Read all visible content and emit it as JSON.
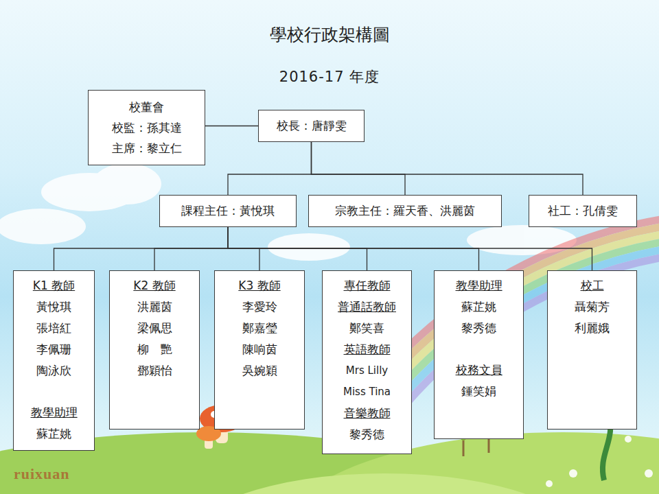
{
  "diagram": {
    "title": "學校行政架構圖",
    "nodes": [
      {
        "text": [
          "校董會",
          "校監：孫其達",
          "主席：黎立仁"
        ]
      },
      {
        "text": [
          "校長：唐靜雯"
        ]
      },
      {
        "text": [
          "課程主任：黃悅琪"
        ]
      },
      {
        "text": [
          "宗教主任：羅天香、洪麗茵"
        ]
      },
      {
        "text": [
          "社工：孔倩雯"
        ]
      },
      {
        "text": [
          "K1 教師",
          "黃悅琪",
          "張培紅",
          "李佩珊",
          "陶泳欣",
          "教學助理",
          "蘇芷姚"
        ]
      },
      {
        "text": [
          "K2 教師",
          "洪麗茵",
          "梁佩思",
          "柳　艷",
          "鄧穎怡"
        ]
      },
      {
        "text": [
          "K3 教師",
          "李愛玲",
          "鄭嘉瑩",
          "陳响茵",
          "吳婉穎"
        ]
      },
      {
        "text": [
          "專任教師",
          "普通話教師",
          "鄭笑喜",
          "英語教師",
          "Mrs Lilly",
          "Miss Tina",
          "音樂教師",
          "黎秀德"
        ]
      },
      {
        "text": [
          "教學助理",
          "蘇芷姚",
          "黎秀德",
          "校務文員",
          "鍾笑娟"
        ]
      },
      {
        "text": [
          "校工",
          "聶菊芳",
          "利麗娥"
        ]
      }
    ],
    "edges": [
      {
        "from": 0,
        "to": 1,
        "arrow": "none"
      },
      {
        "from": 1,
        "to": 2,
        "arrow": "none"
      },
      {
        "from": 1,
        "to": 3,
        "arrow": "none"
      },
      {
        "from": 1,
        "to": 4,
        "arrow": "none"
      },
      {
        "from": 2,
        "to": 5,
        "arrow": "none"
      },
      {
        "from": 2,
        "to": 6,
        "arrow": "none"
      },
      {
        "from": 2,
        "to": 7,
        "arrow": "none"
      },
      {
        "from": 2,
        "to": 8,
        "arrow": "none"
      },
      {
        "from": 2,
        "to": 9,
        "arrow": "none"
      },
      {
        "from": 2,
        "to": 10,
        "arrow": "none"
      }
    ],
    "labels": [
      "2016-17 年度",
      "ruixuan"
    ]
  }
}
